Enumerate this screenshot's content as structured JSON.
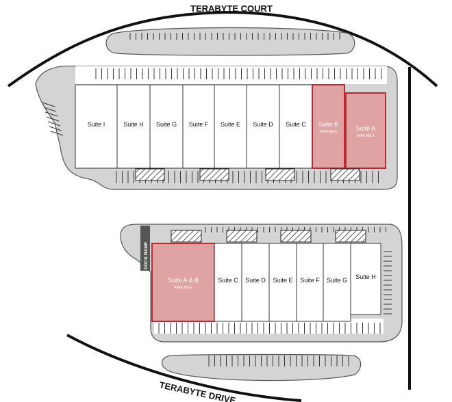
{
  "roads": {
    "top": "TERABYTE COURT",
    "bottom": "TERABYTE DRIVE"
  },
  "colors": {
    "available_fill": "#dfa3a3",
    "available_stroke": "#c0282f",
    "paving": "#d4d4d4"
  },
  "top_building": {
    "suites": [
      {
        "name": "Suite I",
        "status": ""
      },
      {
        "name": "Suite H",
        "status": ""
      },
      {
        "name": "Suite G",
        "status": ""
      },
      {
        "name": "Suite F",
        "status": ""
      },
      {
        "name": "Suite E",
        "status": ""
      },
      {
        "name": "Suite D",
        "status": ""
      },
      {
        "name": "Suite C",
        "status": ""
      },
      {
        "name": "Suite B",
        "status": "AVAILABLE"
      },
      {
        "name": "Suite A",
        "status": "AVAILABLE"
      }
    ]
  },
  "bottom_building": {
    "dock_label": "DOCK RAMP",
    "suites": [
      {
        "name": "Suite A & B",
        "status": "AVAILABLE"
      },
      {
        "name": "Suite C",
        "status": ""
      },
      {
        "name": "Suite D",
        "status": ""
      },
      {
        "name": "Suite E",
        "status": ""
      },
      {
        "name": "Suite F",
        "status": ""
      },
      {
        "name": "Suite G",
        "status": ""
      },
      {
        "name": "Suite H",
        "status": ""
      }
    ]
  }
}
